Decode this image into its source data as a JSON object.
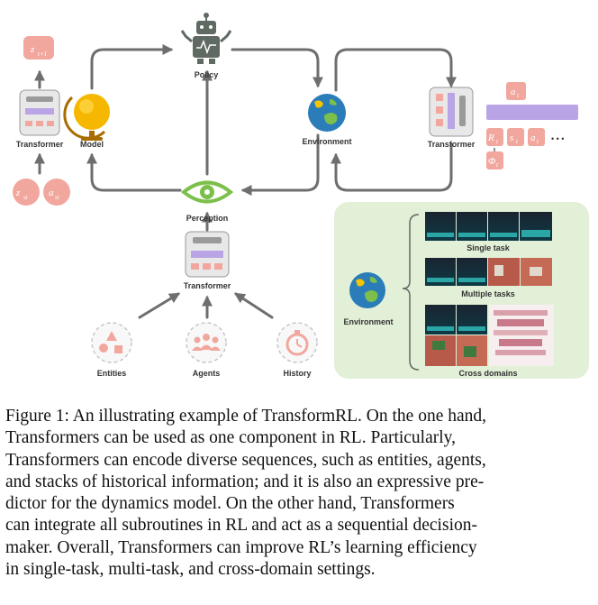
{
  "diagram": {
    "labels": {
      "policy": "Policy",
      "model": "Model",
      "environment": "Environment",
      "transformer_left": "Transformer",
      "transformer_right": "Transformer",
      "transformer_mid": "Transformer",
      "perception": "Perception",
      "entities": "Entities",
      "agents": "Agents",
      "history": "History",
      "env_panel": "Environment",
      "single_task": "Single task",
      "multiple_tasks": "Multiple tasks",
      "cross_domains": "Cross domains"
    },
    "tokens": {
      "z_next": "z",
      "z_next_sub": "t+1",
      "z_st": "z",
      "z_st_sub": "st",
      "a_st": "a",
      "a_st_sub": "st",
      "a_t_top": "a",
      "a_t_top_sub": "t",
      "r_t": "R",
      "r_t_sub": "t",
      "s_t": "s",
      "s_t_sub": "t",
      "a_t": "a",
      "a_t_sub": "t",
      "phi_t": "Φ",
      "phi_t_sub": "t",
      "ellipsis": "• • •"
    },
    "colors": {
      "arrow": "#6e6e6e",
      "token": "#f2a79e",
      "purple": "#b9a5e6",
      "green_eye": "#7cc04b",
      "globe_yellow": "#f5b700",
      "panel_bg": "#e3f0d8",
      "transformer_block": "#e8e8e8"
    }
  },
  "caption": {
    "lines": [
      "Figure 1: An illustrating example of TransformRL. On the one hand,",
      "Transformers can be used as one component in RL. Particularly,",
      "Transformers can encode diverse sequences, such as entities, agents,",
      "and stacks of historical information; and it is also an expressive pre-",
      "dictor for the dynamics model.  On the other hand, Transformers",
      "can integrate all subroutines in RL and act as a sequential decision-",
      "maker. Overall, Transformers can improve RL’s learning efficiency",
      "in single-task, multi-task, and cross-domain settings."
    ]
  }
}
